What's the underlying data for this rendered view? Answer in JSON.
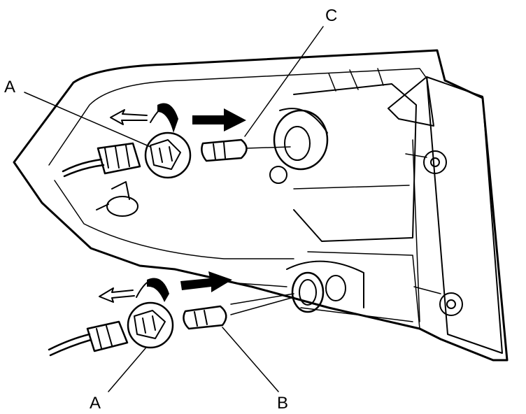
{
  "labels": {
    "a_top": "A",
    "a_bottom": "A",
    "b": "B",
    "c": "C"
  }
}
